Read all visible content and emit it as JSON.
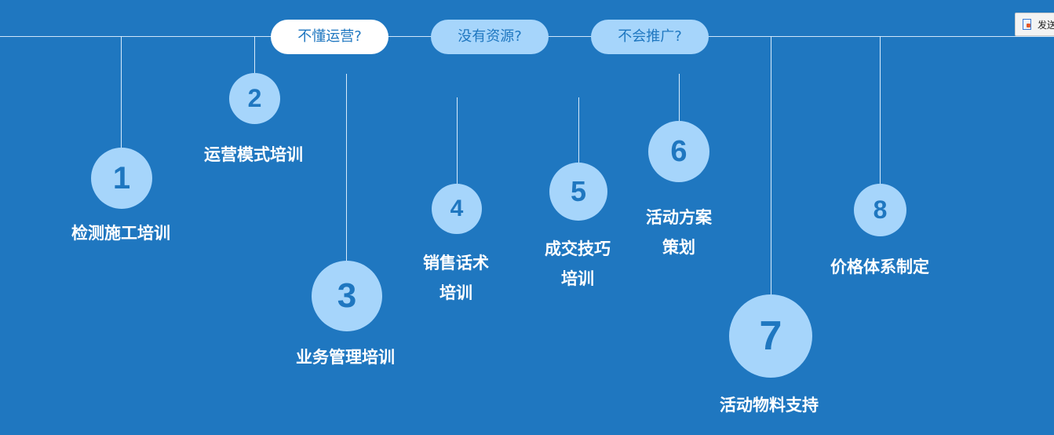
{
  "header": {
    "pills": [
      {
        "label": "不懂运营?",
        "active": true
      },
      {
        "label": "没有资源?",
        "active": false
      },
      {
        "label": "不会推广?",
        "active": false
      }
    ]
  },
  "steps": [
    {
      "number": "1",
      "label": "检测施工培训"
    },
    {
      "number": "2",
      "label": "运营模式培训"
    },
    {
      "number": "3",
      "label": "业务管理培训"
    },
    {
      "number": "4",
      "label_lines": [
        "销售话术",
        "培训"
      ]
    },
    {
      "number": "5",
      "label_lines": [
        "成交技巧",
        "培训"
      ]
    },
    {
      "number": "6",
      "label_lines": [
        "活动方案",
        "策划"
      ]
    },
    {
      "number": "7",
      "label": "活动物料支持"
    },
    {
      "number": "8",
      "label": "价格体系制定"
    }
  ],
  "toolbar": {
    "send_label": "发送"
  },
  "colors": {
    "background": "#1f77c0",
    "circle": "#a6d5fb",
    "accent_text": "#1f77c0",
    "white": "#ffffff"
  },
  "icons": {
    "send": "send-document-icon"
  }
}
